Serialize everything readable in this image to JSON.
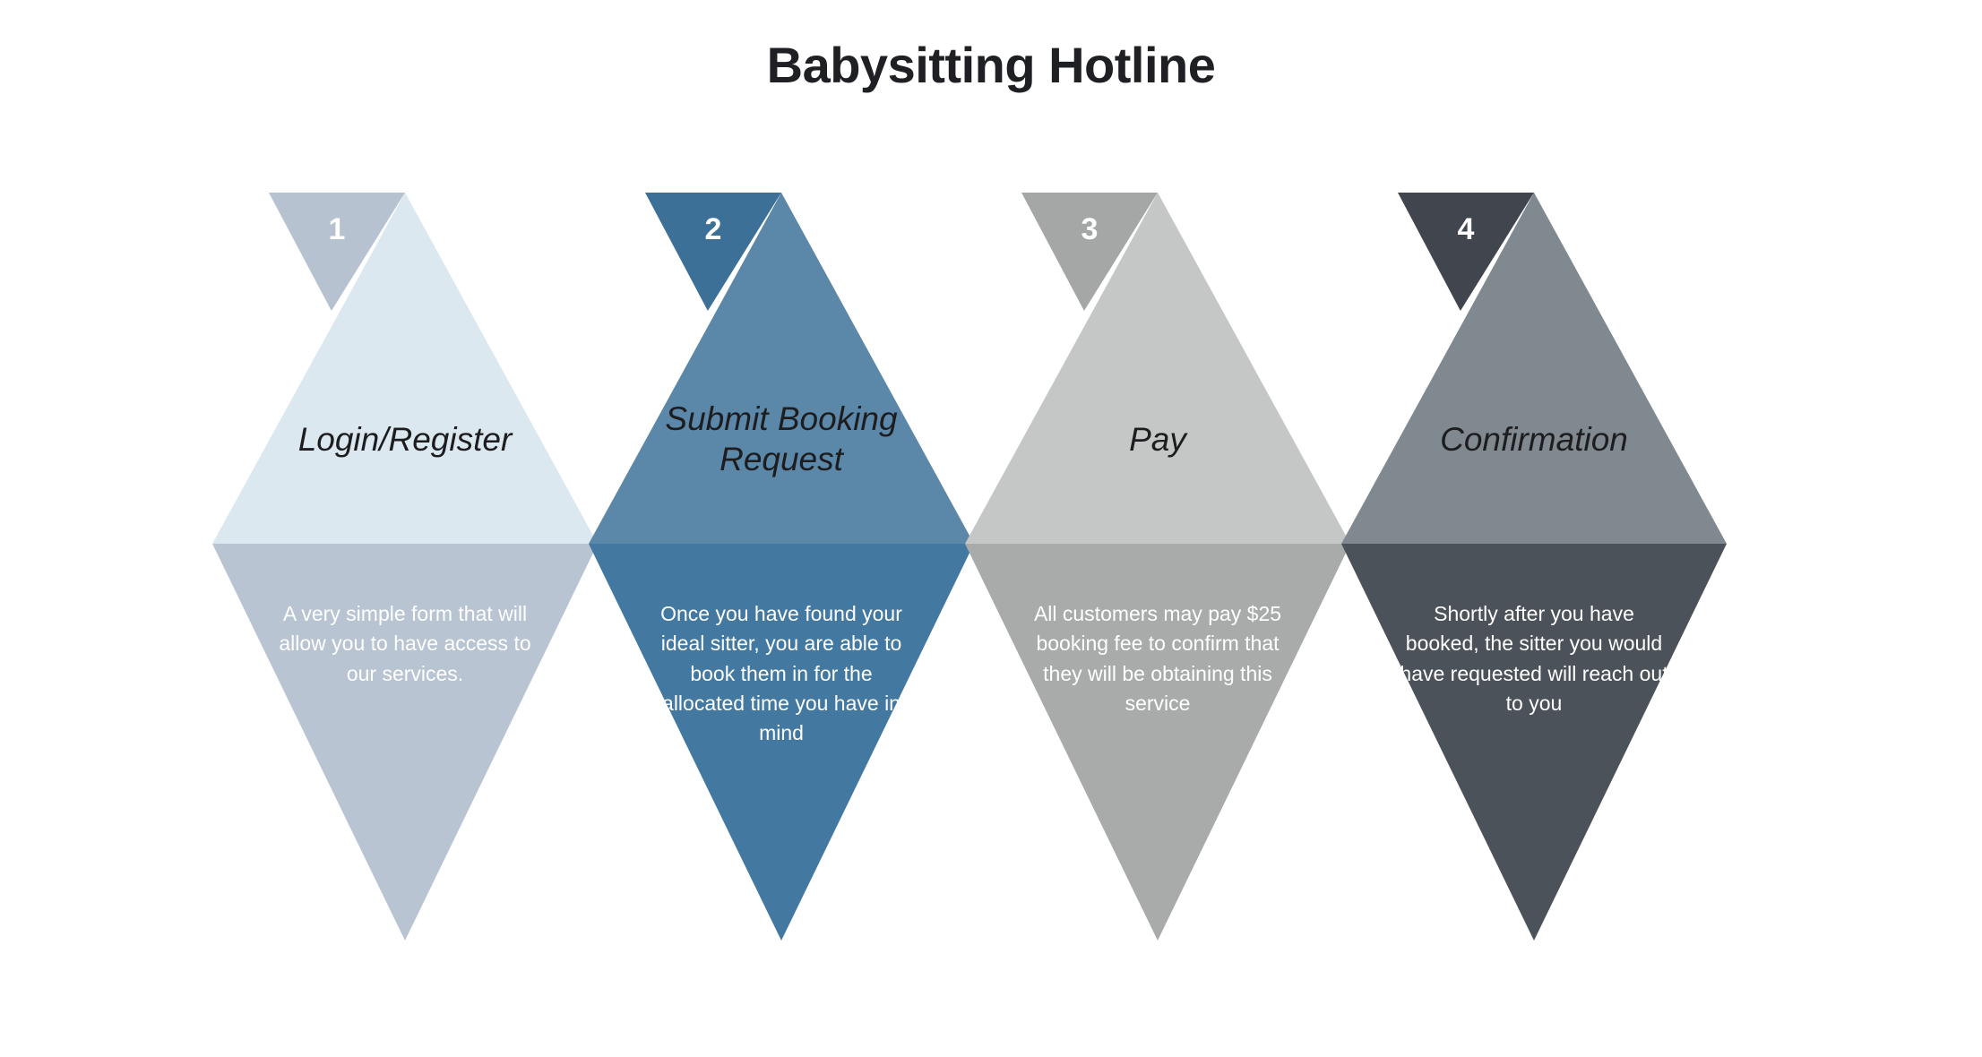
{
  "page": {
    "title": "Babysitting Hotline",
    "background": "#ffffff",
    "title_color": "#1f2023"
  },
  "chart_data": {
    "type": "diagram",
    "subtype": "chevron-funnel-steps",
    "title": "Babysitting Hotline",
    "step_count": 4,
    "categories": [
      "Login/Register",
      "Submit Booking Request",
      "Pay",
      "Confirmation"
    ],
    "values": [
      1,
      2,
      3,
      4
    ],
    "xlabel": "",
    "ylabel": "",
    "legend": "none",
    "grid": false
  },
  "steps": [
    {
      "number": "1",
      "label": "Login/Register",
      "description": "A very simple form that will allow you to have access to our services.",
      "color_top": "#dce8f0",
      "color_bottom": "#b8c4d2",
      "color_badge": "#b7c2d0",
      "label_color": "#1d1d1f",
      "desc_color": "#ffffff"
    },
    {
      "number": "2",
      "label": "Submit Booking Request",
      "description": "Once you have found your ideal sitter, you are able to book them in for the allocated time you have in mind",
      "color_top": "#5b87a8",
      "color_bottom": "#4379a0",
      "color_badge": "#3c7096",
      "label_color": "#1d1d1f",
      "desc_color": "#ffffff"
    },
    {
      "number": "3",
      "label": "Pay",
      "description": "All customers may pay $25 booking fee to confirm that they will be obtaining this service",
      "color_top": "#c5c7c7",
      "color_bottom": "#a9abab",
      "color_badge": "#a5a7a7",
      "label_color": "#1d1d1f",
      "desc_color": "#ffffff"
    },
    {
      "number": "4",
      "label": "Confirmation",
      "description": "Shortly after you have booked, the sitter you would have requested will reach out to you",
      "color_top": "#808890",
      "color_bottom": "#4c525a",
      "color_badge": "#41464e",
      "label_color": "#1d1d1f",
      "desc_color": "#ffffff"
    }
  ]
}
